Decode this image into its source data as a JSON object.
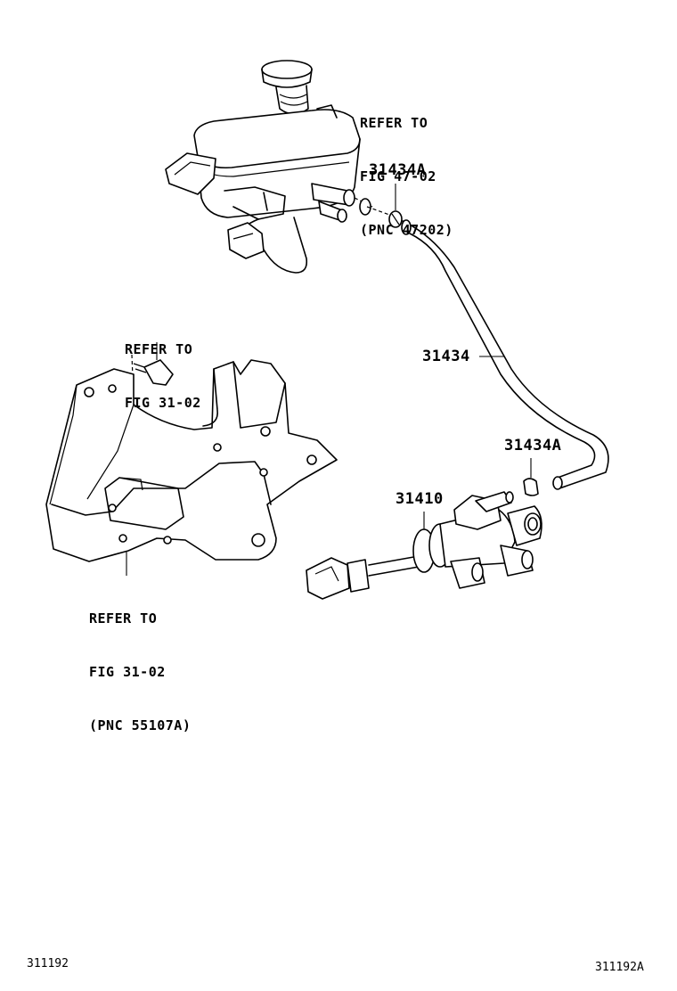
{
  "diagram": {
    "callouts": {
      "reservoir_ref": [
        "REFER TO",
        "FIG 47-02",
        "(PNC 47202)"
      ],
      "bolt_ref": [
        "REFER TO",
        "FIG 31-02"
      ],
      "bracket_ref": [
        "REFER TO",
        "FIG 31-02",
        "(PNC 55107A)"
      ]
    },
    "part_numbers": {
      "clip_upper": "31434A",
      "hose": "31434",
      "clip_lower": "31434A",
      "master_cylinder": "31410"
    },
    "footer": {
      "left_code": "311192",
      "right_code": "311192A"
    }
  }
}
